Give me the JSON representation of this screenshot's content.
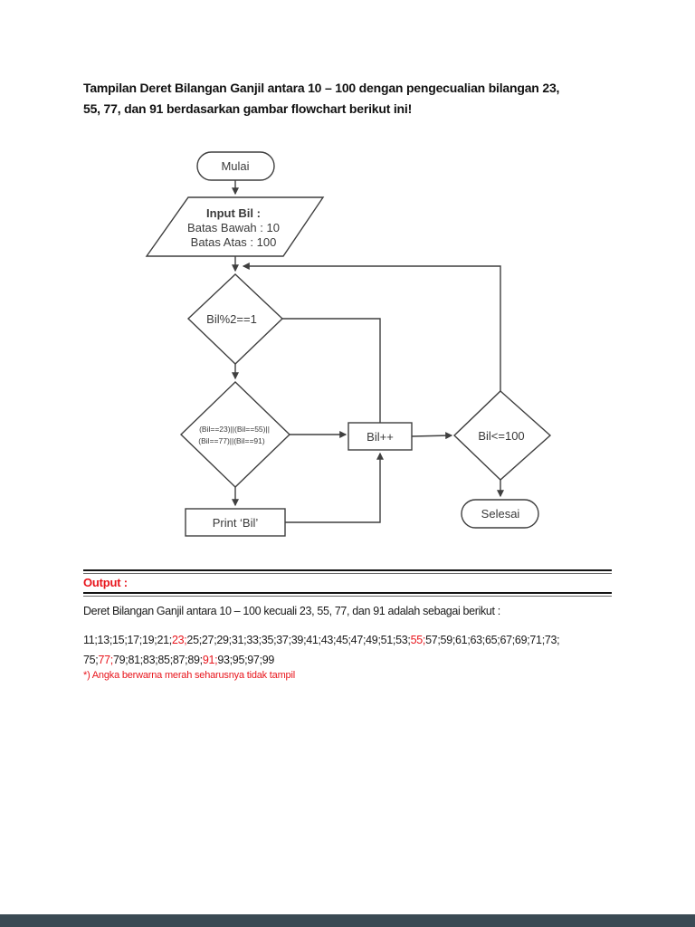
{
  "page": {
    "title_line1": "Tampilan Deret Bilangan Ganjil antara 10 – 100 dengan pengecualian bilangan 23,",
    "title_line2": "55, 77, dan 91 berdasarkan gambar flowchart berikut ini!"
  },
  "flowchart": {
    "start_label": "Mulai",
    "input_line1": "Input Bil :",
    "input_line2": "Batas Bawah : 10",
    "input_line3": "Batas Atas : 100",
    "decision_odd_label": "Bil%2==1",
    "decision_exception_line1": "(Bil==23)||(Bil==55)||",
    "decision_exception_line2": "(Bil==77)||(Bil==91)",
    "increment_label": "Bil++",
    "decision_limit_label": "Bil<=100",
    "print_label": "Print ‘Bil’",
    "end_label": "Selesai"
  },
  "output_section": {
    "heading": "Output :",
    "description": "Deret Bilangan Ganjil antara 10 – 100 kecuali 23, 55, 77, dan 91 adalah sebagai berikut :",
    "series_line1": [
      {
        "t": "11;13;15;17;19;21;"
      },
      {
        "t": "23;"
      },
      {
        "t": "25;27;29;31;33;35;37;39;41;43;45;47;49;51;53;"
      },
      {
        "t": "55;"
      },
      {
        "t": "57;59;61;63;65;67;69;71;73;"
      }
    ],
    "series_line2": [
      {
        "t": "75;"
      },
      {
        "t": "77;"
      },
      {
        "t": "79;81;83;85;87;89;"
      },
      {
        "t": "91;"
      },
      {
        "t": "93;95;97;99"
      }
    ],
    "footnote": "*) Angka berwarna merah seharusnya tidak tampil"
  },
  "colors": {
    "red": "#e8151c",
    "text": "#1a1a1a",
    "flowchart_stroke": "#3f3f3f",
    "footer_bar": "#3a4a54"
  }
}
